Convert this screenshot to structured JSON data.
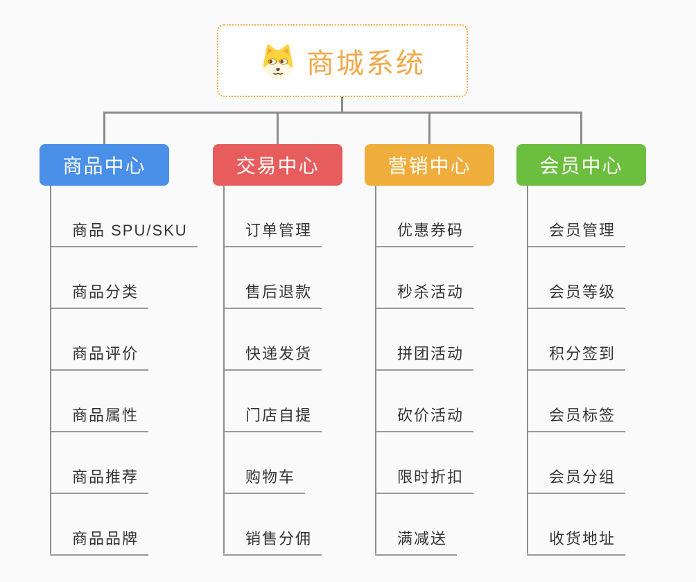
{
  "root": {
    "title": "商城系统",
    "icon": "dog-face"
  },
  "colors": {
    "background": "#fafafa",
    "root_border": "#f5ac4d",
    "root_title": "#f2a849",
    "connector": "#8c8c8c",
    "leaf_underline": "#999999",
    "leaf_text": "#333333"
  },
  "branches": [
    {
      "label": "商品中心",
      "color": "#4a8fe8",
      "items": [
        "商品 SPU/SKU",
        "商品分类",
        "商品评价",
        "商品属性",
        "商品推荐",
        "商品品牌"
      ]
    },
    {
      "label": "交易中心",
      "color": "#e75c5c",
      "items": [
        "订单管理",
        "售后退款",
        "快递发货",
        "门店自提",
        "购物车",
        "销售分佣"
      ]
    },
    {
      "label": "营销中心",
      "color": "#efad3c",
      "items": [
        "优惠券码",
        "秒杀活动",
        "拼团活动",
        "砍价活动",
        "限时折扣",
        "满减送"
      ]
    },
    {
      "label": "会员中心",
      "color": "#6cbe3f",
      "items": [
        "会员管理",
        "会员等级",
        "积分签到",
        "会员标签",
        "会员分组",
        "收货地址"
      ]
    }
  ]
}
